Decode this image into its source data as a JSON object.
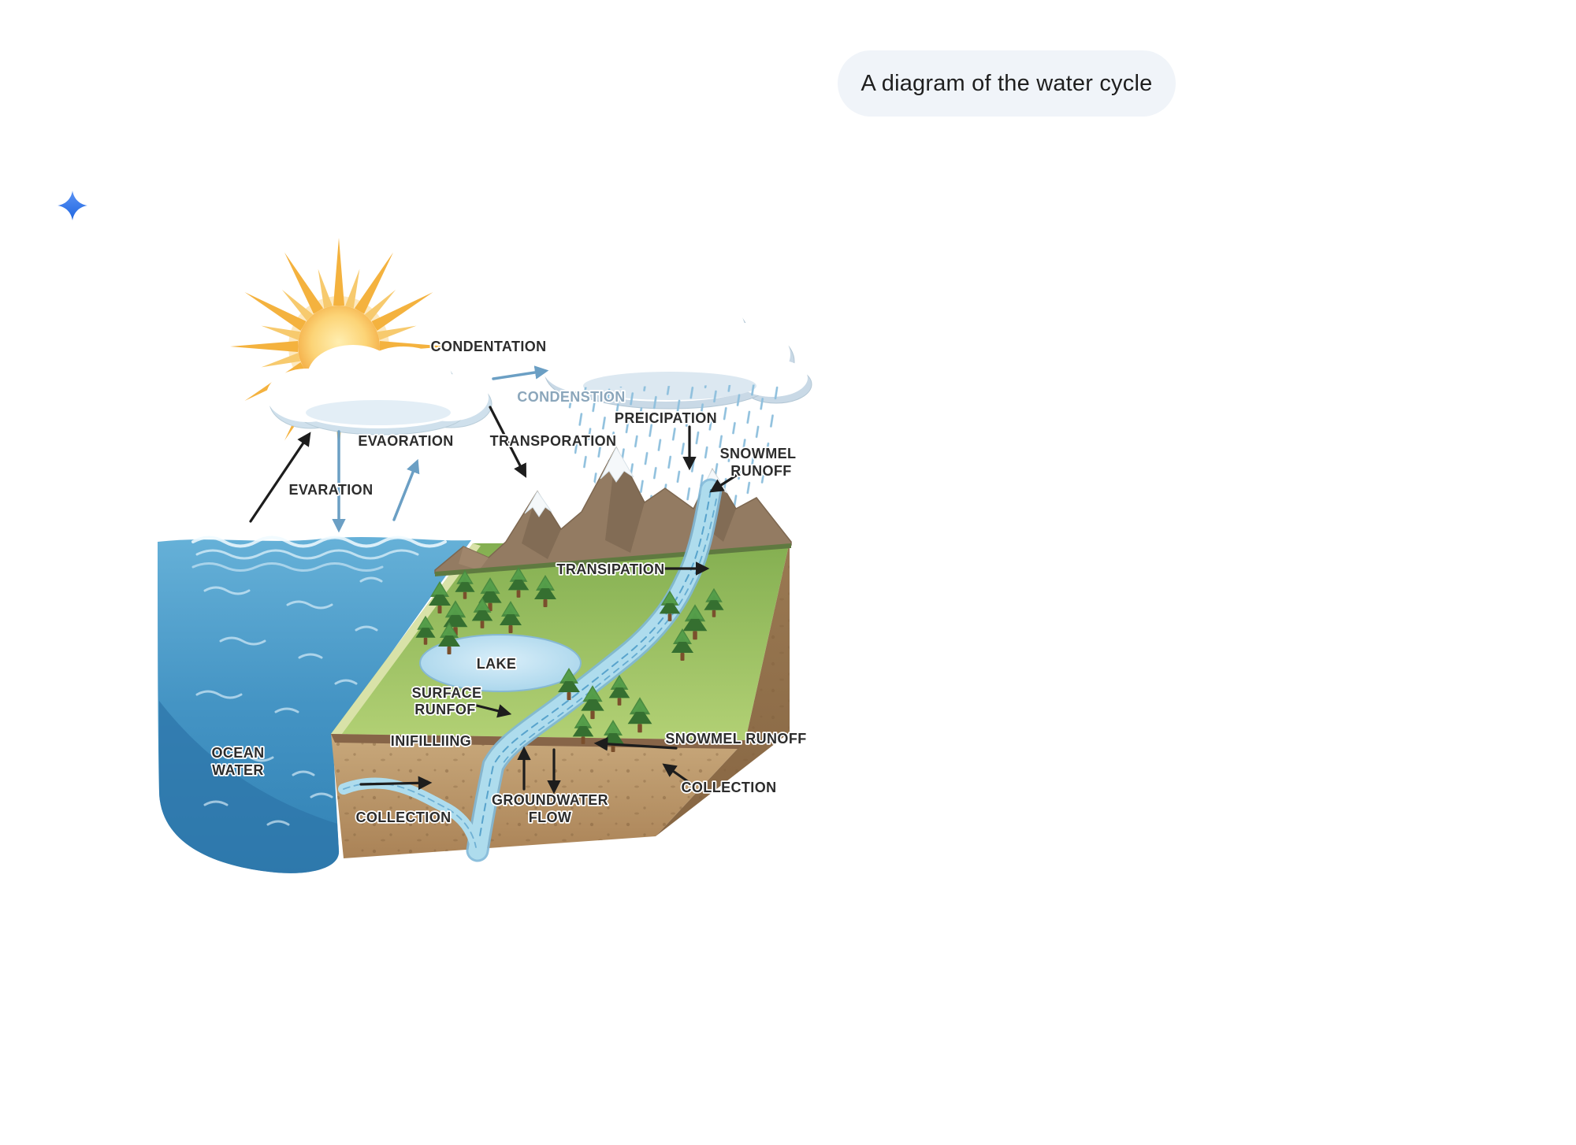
{
  "chat": {
    "user_message": "A diagram of the water cycle"
  },
  "icons": {
    "assistant_avatar": "gemini-sparkle-icon",
    "sun": "sun-icon",
    "left_cloud": "cloud-icon",
    "rain_cloud": "rain-cloud-icon"
  },
  "colors": {
    "bubble_bg": "#f0f4f9",
    "bubble_text": "#1f1f1f",
    "sparkle_blue": "#4285f4",
    "label_text": "#2c2c2c",
    "condensation_label": "#8ba6bb",
    "arrow_black": "#1d1d1d",
    "arrow_blue": "#6b9fc4",
    "ocean_blue": "#4494c4",
    "grass_green": "#9ac25f",
    "soil_brown": "#b08a5c",
    "sun_orange": "#f2a43a"
  },
  "diagram": {
    "labels": {
      "condentation": "CONDENTATION",
      "condenstion": "CONDENSTION",
      "preicipation": "PREICIPATION",
      "evaoration": "EVAORATION",
      "transporation": "TRANSPORATION",
      "snowmel_top_line1": "SNOWMEL",
      "snowmel_top_line2": "RUNOFF",
      "evaration": "EVARATION",
      "transipation": "TRANSIPATION",
      "lake": "LAKE",
      "surface_line1": "SURFACE",
      "surface_line2": "RUNFOF",
      "inifilliing": "INIFILLIING",
      "snowmel_bottom": "SNOWMEL RUNOFF",
      "ocean_line1": "OCEAN",
      "ocean_line2": "WATER",
      "collection_right": "COLLECTION",
      "groundwater_line1": "GROUNDWATER",
      "groundwater_line2": "FLOW",
      "collection_left": "COLLECTION"
    }
  }
}
